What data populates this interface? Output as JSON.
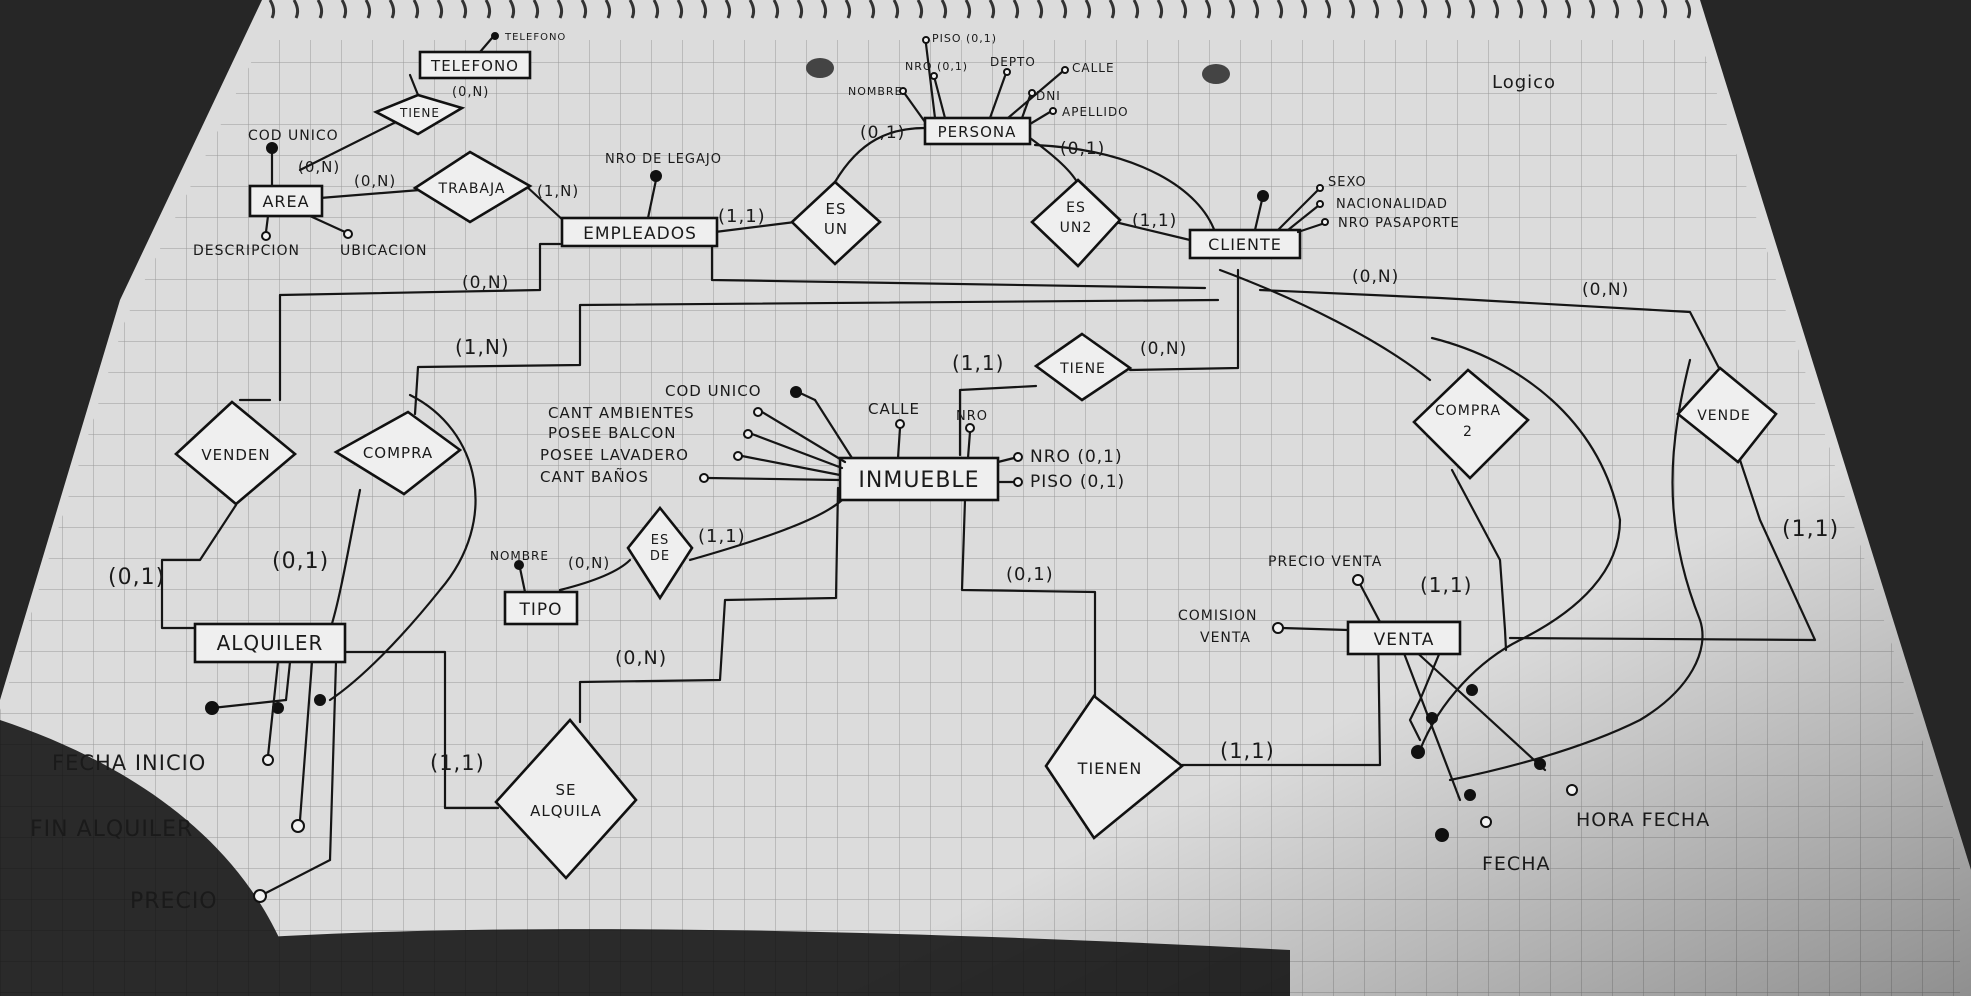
{
  "title": "Logico",
  "entities": [
    {
      "id": "telefono",
      "label": "TELEFONO"
    },
    {
      "id": "area",
      "label": "AREA"
    },
    {
      "id": "empleados",
      "label": "EMPLEADOS"
    },
    {
      "id": "persona",
      "label": "PERSONA"
    },
    {
      "id": "cliente",
      "label": "CLIENTE"
    },
    {
      "id": "inmueble",
      "label": "INMUEBLE"
    },
    {
      "id": "tipo",
      "label": "TIPO"
    },
    {
      "id": "alquiler",
      "label": "ALQUILER"
    },
    {
      "id": "venta",
      "label": "VENTA"
    }
  ],
  "relationships": [
    {
      "id": "tiene-tel",
      "label": "TIENE"
    },
    {
      "id": "trabaja",
      "label": "TRABAJA"
    },
    {
      "id": "es-un",
      "label": [
        "ES",
        "UN"
      ]
    },
    {
      "id": "es-un2",
      "label": [
        "ES",
        "UN2"
      ]
    },
    {
      "id": "tiene-inm",
      "label": "TIENE"
    },
    {
      "id": "venden",
      "label": "VENDEN"
    },
    {
      "id": "compra",
      "label": "COMPRA"
    },
    {
      "id": "es-de",
      "label": [
        "ES",
        "DE"
      ]
    },
    {
      "id": "se-alquila",
      "label": [
        "SE",
        "ALQUILA"
      ]
    },
    {
      "id": "tienen",
      "label": "TIENEN"
    },
    {
      "id": "compra2",
      "label": [
        "COMPRA",
        "2"
      ]
    },
    {
      "id": "vende",
      "label": "VENDE"
    }
  ],
  "attributes": [
    {
      "id": "a-telefono",
      "label": "TELEFONO"
    },
    {
      "id": "a-area-cod",
      "label": "COD UNICO"
    },
    {
      "id": "a-area-desc",
      "label": "DESCRIPCION"
    },
    {
      "id": "a-area-ubi",
      "label": "UBICACION"
    },
    {
      "id": "a-emp-legajo",
      "label": "NRO DE LEGAJO"
    },
    {
      "id": "a-per-piso",
      "label": "PISO (0,1)"
    },
    {
      "id": "a-per-nro",
      "label": "NRO (0,1)"
    },
    {
      "id": "a-per-nombre",
      "label": "NOMBRE"
    },
    {
      "id": "a-per-depto",
      "label": "DEPTO"
    },
    {
      "id": "a-per-calle",
      "label": "CALLE"
    },
    {
      "id": "a-per-dni",
      "label": "DNI"
    },
    {
      "id": "a-per-apellido",
      "label": "APELLIDO"
    },
    {
      "id": "a-cli-sexo",
      "label": "SEXO"
    },
    {
      "id": "a-cli-nac",
      "label": "NACIONALIDAD"
    },
    {
      "id": "a-cli-pas",
      "label": "NRO PASAPORTE"
    },
    {
      "id": "a-inm-cod",
      "label": "COD UNICO"
    },
    {
      "id": "a-inm-amb",
      "label": "CANT AMBIENTES"
    },
    {
      "id": "a-inm-bal",
      "label": "POSEE BALCON"
    },
    {
      "id": "a-inm-lav",
      "label": "POSEE LAVADERO"
    },
    {
      "id": "a-inm-ban",
      "label": "CANT BAÑOS"
    },
    {
      "id": "a-inm-calle",
      "label": "CALLE"
    },
    {
      "id": "a-inm-nro-top",
      "label": "NRO"
    },
    {
      "id": "a-inm-nro",
      "label": "NRO (0,1)"
    },
    {
      "id": "a-inm-piso",
      "label": "PISO (0,1)"
    },
    {
      "id": "a-tipo-nombre",
      "label": "NOMBRE"
    },
    {
      "id": "a-alq-ini",
      "label": "FECHA INICIO"
    },
    {
      "id": "a-alq-fin",
      "label": "FIN ALQUILER"
    },
    {
      "id": "a-alq-precio",
      "label": "PRECIO"
    },
    {
      "id": "a-venta-precio",
      "label": "PRECIO VENTA"
    },
    {
      "id": "a-venta-com1",
      "label": "COMISION"
    },
    {
      "id": "a-venta-com2",
      "label": "VENTA"
    },
    {
      "id": "a-venta-hora",
      "label": "HORA FECHA"
    },
    {
      "id": "a-venta-fecha",
      "label": "FECHA"
    }
  ],
  "cardinalities": [
    {
      "id": "c-tel-tiene",
      "label": "(0,N)"
    },
    {
      "id": "c-area-tiene",
      "label": "(0,N)"
    },
    {
      "id": "c-area-trab",
      "label": "(0,N)"
    },
    {
      "id": "c-emp-trab",
      "label": "(1,N)"
    },
    {
      "id": "c-emp-esun",
      "label": "(1,1)"
    },
    {
      "id": "c-per-esun",
      "label": "(0,1)"
    },
    {
      "id": "c-per-esun2",
      "label": "(0,1)"
    },
    {
      "id": "c-cli-esun2",
      "label": "(1,1)"
    },
    {
      "id": "c-emp-down",
      "label": "(0,N)"
    },
    {
      "id": "c-compra-top",
      "label": "(1,N)"
    },
    {
      "id": "c-cli-right",
      "label": "(0,N)"
    },
    {
      "id": "c-cli-far",
      "label": "(0,N)"
    },
    {
      "id": "c-inm-tiene",
      "label": "(1,1)"
    },
    {
      "id": "c-cli-tiene",
      "label": "(0,N)"
    },
    {
      "id": "c-venden",
      "label": "(0,1)"
    },
    {
      "id": "c-compra",
      "label": "(0,1)"
    },
    {
      "id": "c-tipo-esde",
      "label": "(0,N)"
    },
    {
      "id": "c-inm-esde",
      "label": "(1,1)"
    },
    {
      "id": "c-inm-alq",
      "label": "(0,N)"
    },
    {
      "id": "c-alq-sealq",
      "label": "(1,1)"
    },
    {
      "id": "c-inm-tienen",
      "label": "(0,1)"
    },
    {
      "id": "c-tienen-venta",
      "label": "(1,1)"
    },
    {
      "id": "c-venta-top",
      "label": "(1,1)"
    },
    {
      "id": "c-vende",
      "label": "(1,1)"
    }
  ]
}
